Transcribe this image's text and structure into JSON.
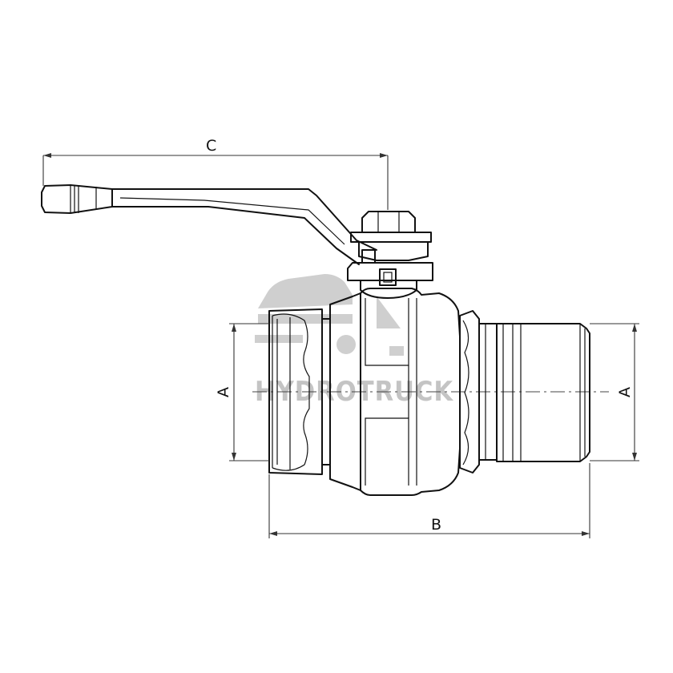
{
  "diagram": {
    "dimensions": {
      "c": "C",
      "a_left": "A",
      "a_right": "A",
      "b": "B"
    },
    "watermark": {
      "text": "HYDROTRUCK",
      "icon": "truck-icon"
    }
  }
}
